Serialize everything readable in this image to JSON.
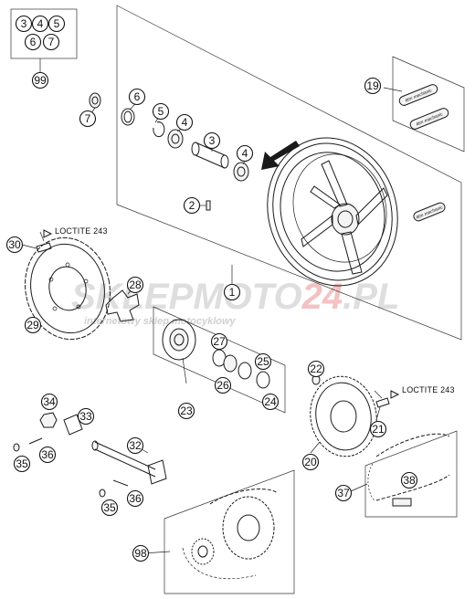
{
  "parts_kit_box": {
    "numbers": [
      "3",
      "4",
      "5",
      "6",
      "7"
    ],
    "kit_number": "99"
  },
  "callouts": [
    {
      "id": "99",
      "label": "99"
    },
    {
      "id": "7",
      "label": "7"
    },
    {
      "id": "6",
      "label": "6"
    },
    {
      "id": "5",
      "label": "5"
    },
    {
      "id": "4a",
      "label": "4"
    },
    {
      "id": "3",
      "label": "3"
    },
    {
      "id": "4b",
      "label": "4"
    },
    {
      "id": "2",
      "label": "2"
    },
    {
      "id": "19",
      "label": "19"
    },
    {
      "id": "1",
      "label": "1"
    },
    {
      "id": "30",
      "label": "30"
    },
    {
      "id": "29",
      "label": "29"
    },
    {
      "id": "28",
      "label": "28"
    },
    {
      "id": "27",
      "label": "27"
    },
    {
      "id": "25",
      "label": "25"
    },
    {
      "id": "26",
      "label": "26"
    },
    {
      "id": "24",
      "label": "24"
    },
    {
      "id": "23",
      "label": "23"
    },
    {
      "id": "22",
      "label": "22"
    },
    {
      "id": "21",
      "label": "21"
    },
    {
      "id": "20",
      "label": "20"
    },
    {
      "id": "34",
      "label": "34"
    },
    {
      "id": "33",
      "label": "33"
    },
    {
      "id": "32",
      "label": "32"
    },
    {
      "id": "36a",
      "label": "36"
    },
    {
      "id": "35a",
      "label": "35"
    },
    {
      "id": "35b",
      "label": "35"
    },
    {
      "id": "36b",
      "label": "36"
    },
    {
      "id": "37",
      "label": "37"
    },
    {
      "id": "38",
      "label": "38"
    },
    {
      "id": "98",
      "label": "98"
    }
  ],
  "annotations": {
    "loctite_left": "LOCTITE 243",
    "loctite_right": "LOCTITE 243"
  },
  "watermark": {
    "brand_main": "SKLEPMOTO",
    "brand_num": "24",
    "brand_tld": ".PL",
    "tagline": "internetowy sklep motocyklowy"
  },
  "decal_text": "ktm mechanic"
}
